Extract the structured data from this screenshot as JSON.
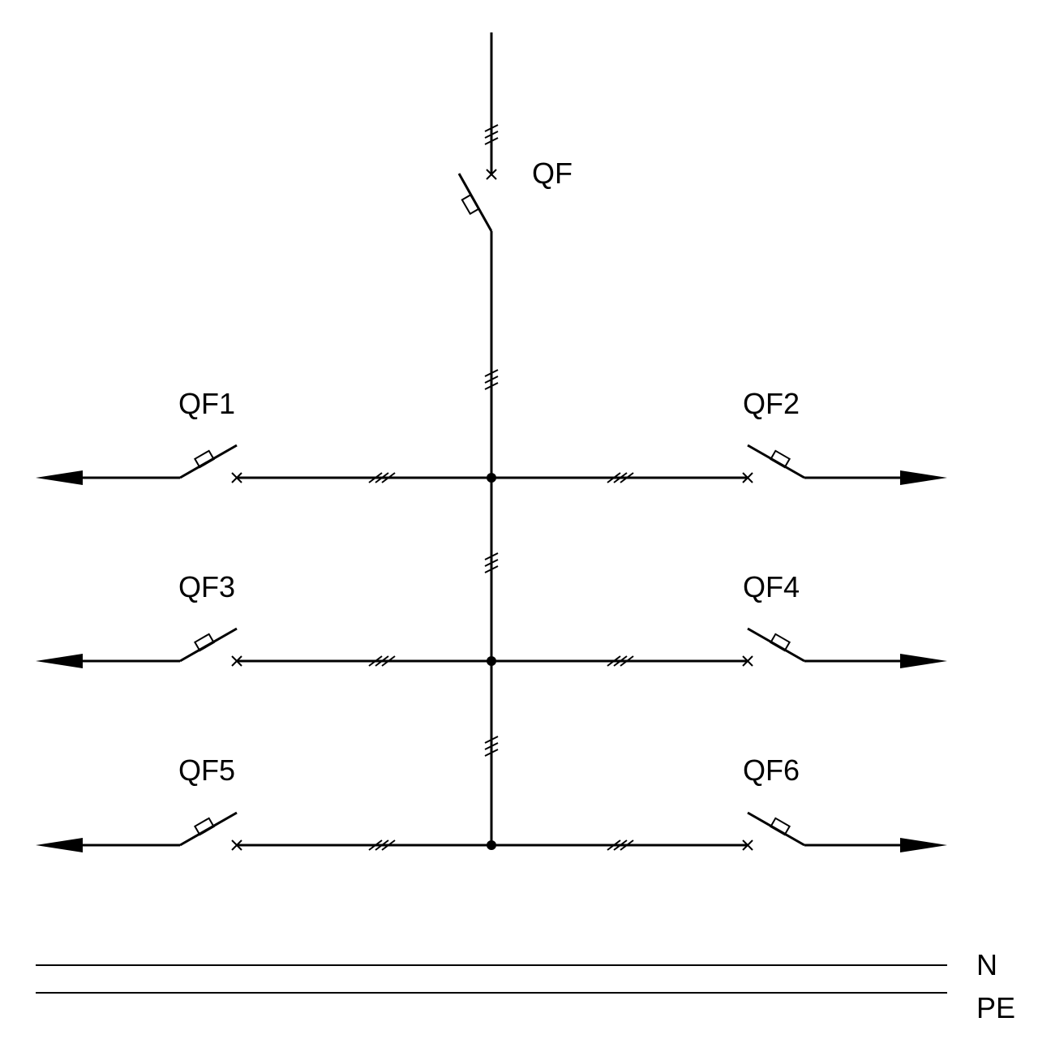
{
  "diagram": {
    "type": "single-line electrical schematic",
    "main_breaker": {
      "label": "QF"
    },
    "branches": [
      {
        "label": "QF1",
        "side": "left",
        "row": 1
      },
      {
        "label": "QF2",
        "side": "right",
        "row": 1
      },
      {
        "label": "QF3",
        "side": "left",
        "row": 2
      },
      {
        "label": "QF4",
        "side": "right",
        "row": 2
      },
      {
        "label": "QF5",
        "side": "left",
        "row": 3
      },
      {
        "label": "QF6",
        "side": "right",
        "row": 3
      }
    ],
    "conductors": [
      {
        "label": "N"
      },
      {
        "label": "PE"
      }
    ],
    "colors": {
      "line": "#000000",
      "background": "#ffffff"
    }
  }
}
